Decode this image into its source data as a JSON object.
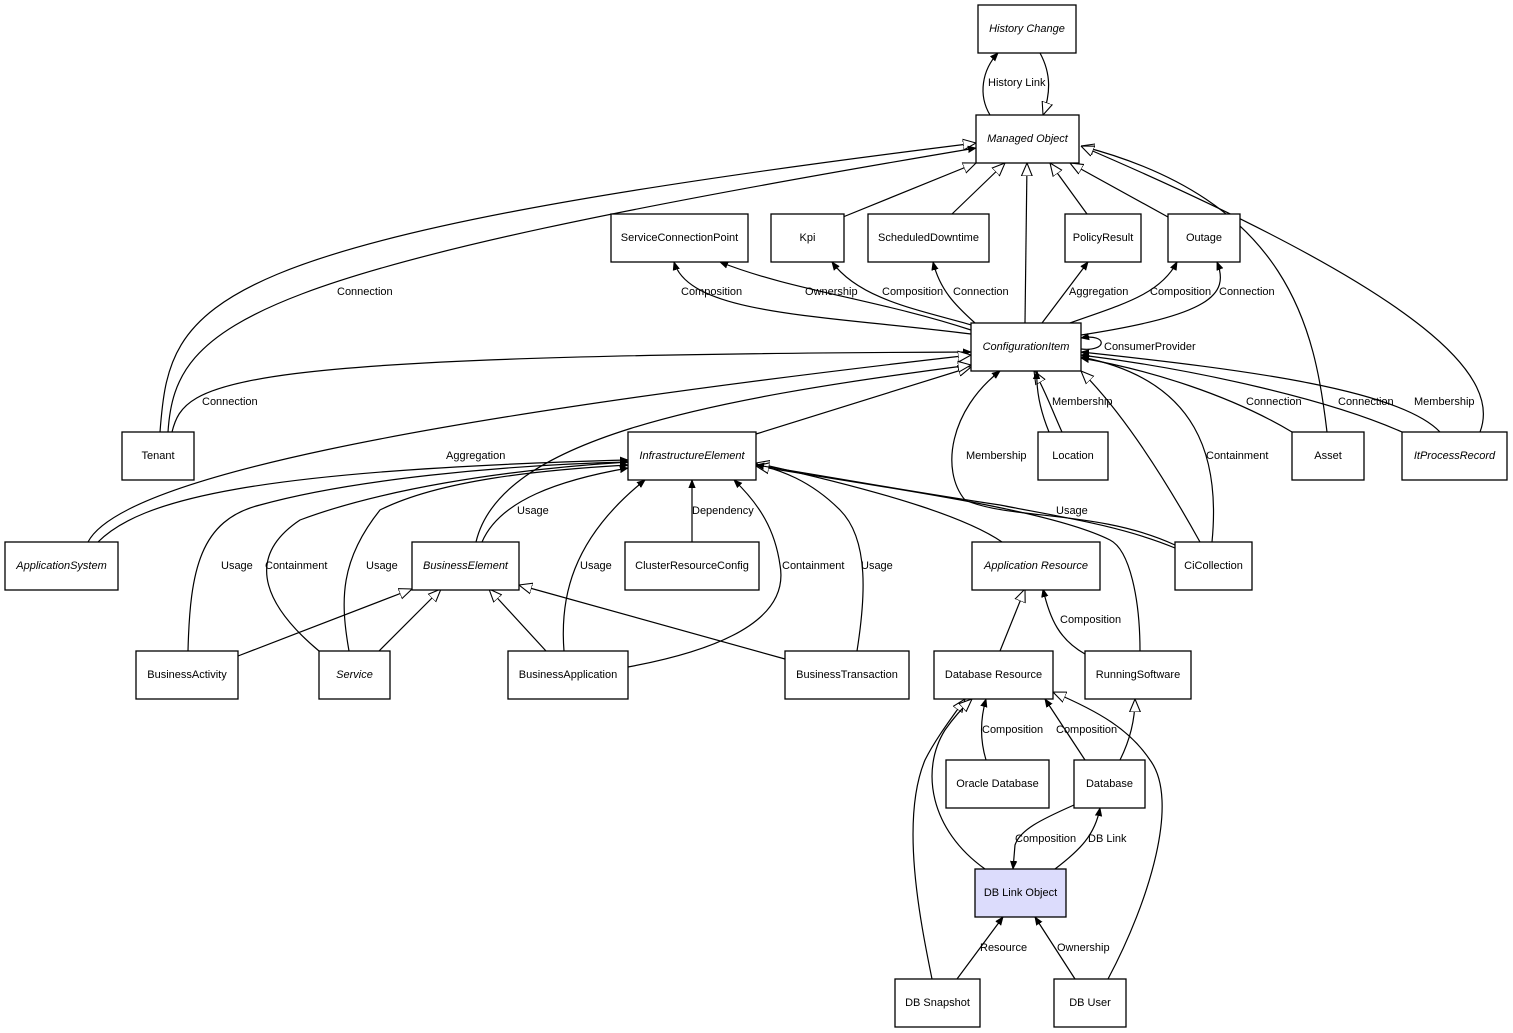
{
  "diagram": {
    "highlight_color": "#dcdcfc",
    "nodes": [
      {
        "id": "history_change",
        "label": "History Change",
        "abstract": true
      },
      {
        "id": "managed_object",
        "label": "Managed Object",
        "abstract": true
      },
      {
        "id": "scp",
        "label": "ServiceConnectionPoint",
        "abstract": false
      },
      {
        "id": "kpi",
        "label": "Kpi",
        "abstract": false
      },
      {
        "id": "sched",
        "label": "ScheduledDowntime",
        "abstract": false
      },
      {
        "id": "policy",
        "label": "PolicyResult",
        "abstract": false
      },
      {
        "id": "outage",
        "label": "Outage",
        "abstract": false
      },
      {
        "id": "ci",
        "label": "ConfigurationItem",
        "abstract": true
      },
      {
        "id": "tenant",
        "label": "Tenant",
        "abstract": false
      },
      {
        "id": "infra",
        "label": "InfrastructureElement",
        "abstract": true
      },
      {
        "id": "location",
        "label": "Location",
        "abstract": false
      },
      {
        "id": "asset",
        "label": "Asset",
        "abstract": false
      },
      {
        "id": "itpr",
        "label": "ItProcessRecord",
        "abstract": true
      },
      {
        "id": "appsys",
        "label": "ApplicationSystem",
        "abstract": true
      },
      {
        "id": "bizel",
        "label": "BusinessElement",
        "abstract": true
      },
      {
        "id": "crc",
        "label": "ClusterResourceConfig",
        "abstract": false
      },
      {
        "id": "appres",
        "label": "Application Resource",
        "abstract": true
      },
      {
        "id": "cicoll",
        "label": "CiCollection",
        "abstract": false
      },
      {
        "id": "bizact",
        "label": "BusinessActivity",
        "abstract": false
      },
      {
        "id": "service",
        "label": "Service",
        "abstract": true
      },
      {
        "id": "bizapp",
        "label": "BusinessApplication",
        "abstract": false
      },
      {
        "id": "biztx",
        "label": "BusinessTransaction",
        "abstract": false
      },
      {
        "id": "dbres",
        "label": "Database Resource",
        "abstract": false
      },
      {
        "id": "running",
        "label": "RunningSoftware",
        "abstract": false
      },
      {
        "id": "oracle",
        "label": "Oracle Database",
        "abstract": false
      },
      {
        "id": "database",
        "label": "Database",
        "abstract": false
      },
      {
        "id": "dblink",
        "label": "DB Link Object",
        "abstract": false,
        "highlight": true
      },
      {
        "id": "snapshot",
        "label": "DB Snapshot",
        "abstract": false
      },
      {
        "id": "dbuser",
        "label": "DB User",
        "abstract": false
      }
    ],
    "edges": [
      {
        "from": "managed_object",
        "to": "history_change",
        "label": "History Link",
        "type": "association"
      },
      {
        "from": "history_change",
        "to": "managed_object",
        "label": "",
        "type": "inheritance"
      },
      {
        "from": "kpi",
        "to": "managed_object",
        "label": "",
        "type": "inheritance"
      },
      {
        "from": "sched",
        "to": "managed_object",
        "label": "",
        "type": "inheritance"
      },
      {
        "from": "ci",
        "to": "managed_object",
        "label": "",
        "type": "inheritance"
      },
      {
        "from": "policy",
        "to": "managed_object",
        "label": "",
        "type": "inheritance"
      },
      {
        "from": "outage",
        "to": "managed_object",
        "label": "",
        "type": "inheritance"
      },
      {
        "from": "asset",
        "to": "managed_object",
        "label": "",
        "type": "inheritance"
      },
      {
        "from": "itpr",
        "to": "managed_object",
        "label": "",
        "type": "inheritance"
      },
      {
        "from": "tenant",
        "to": "managed_object",
        "label": "",
        "type": "inheritance"
      },
      {
        "from": "tenant",
        "to": "managed_object",
        "label": "Connection",
        "type": "association"
      },
      {
        "from": "ci",
        "to": "scp",
        "label": "Composition",
        "type": "association"
      },
      {
        "from": "ci",
        "to": "scp",
        "label": "Ownership",
        "type": "association"
      },
      {
        "from": "ci",
        "to": "kpi",
        "label": "Composition",
        "type": "association"
      },
      {
        "from": "ci",
        "to": "sched",
        "label": "Connection",
        "type": "association"
      },
      {
        "from": "ci",
        "to": "policy",
        "label": "Aggregation",
        "type": "association"
      },
      {
        "from": "ci",
        "to": "outage",
        "label": "Composition",
        "type": "association"
      },
      {
        "from": "ci",
        "to": "outage",
        "label": "Connection",
        "type": "association"
      },
      {
        "from": "ci",
        "to": "ci",
        "label": "ConsumerProvider",
        "type": "association"
      },
      {
        "from": "tenant",
        "to": "ci",
        "label": "Connection",
        "type": "association"
      },
      {
        "from": "infra",
        "to": "ci",
        "label": "",
        "type": "inheritance"
      },
      {
        "from": "bizel",
        "to": "ci",
        "label": "",
        "type": "inheritance"
      },
      {
        "from": "appsys",
        "to": "ci",
        "label": "",
        "type": "inheritance"
      },
      {
        "from": "location",
        "to": "ci",
        "label": "",
        "type": "inheritance"
      },
      {
        "from": "location",
        "to": "ci",
        "label": "Membership",
        "type": "association"
      },
      {
        "from": "cicoll",
        "to": "ci",
        "label": "Membership",
        "type": "association"
      },
      {
        "from": "cicoll",
        "to": "ci",
        "label": "",
        "type": "inheritance"
      },
      {
        "from": "cicoll",
        "to": "ci",
        "label": "Containment",
        "type": "association"
      },
      {
        "from": "asset",
        "to": "ci",
        "label": "Connection",
        "type": "association"
      },
      {
        "from": "itpr",
        "to": "ci",
        "label": "Connection",
        "type": "association"
      },
      {
        "from": "itpr",
        "to": "ci",
        "label": "Membership",
        "type": "association"
      },
      {
        "from": "appsys",
        "to": "infra",
        "label": "Aggregation",
        "type": "association"
      },
      {
        "from": "bizact",
        "to": "infra",
        "label": "Usage",
        "type": "association"
      },
      {
        "from": "service",
        "to": "infra",
        "label": "Containment",
        "type": "association"
      },
      {
        "from": "service",
        "to": "infra",
        "label": "Usage",
        "type": "association"
      },
      {
        "from": "bizel",
        "to": "infra",
        "label": "Usage",
        "type": "association"
      },
      {
        "from": "bizapp",
        "to": "infra",
        "label": "Usage",
        "type": "association"
      },
      {
        "from": "crc",
        "to": "infra",
        "label": "Dependency",
        "type": "association"
      },
      {
        "from": "bizapp",
        "to": "infra",
        "label": "Containment",
        "type": "association"
      },
      {
        "from": "biztx",
        "to": "infra",
        "label": "Usage",
        "type": "association"
      },
      {
        "from": "appres",
        "to": "infra",
        "label": "",
        "type": "inheritance"
      },
      {
        "from": "running",
        "to": "infra",
        "label": "",
        "type": "inheritance"
      },
      {
        "from": "cicoll",
        "to": "infra",
        "label": "Usage",
        "type": "association"
      },
      {
        "from": "bizact",
        "to": "bizel",
        "label": "",
        "type": "inheritance"
      },
      {
        "from": "service",
        "to": "bizel",
        "label": "",
        "type": "inheritance"
      },
      {
        "from": "bizapp",
        "to": "bizel",
        "label": "",
        "type": "inheritance"
      },
      {
        "from": "biztx",
        "to": "bizel",
        "label": "",
        "type": "inheritance"
      },
      {
        "from": "dbres",
        "to": "appres",
        "label": "",
        "type": "inheritance"
      },
      {
        "from": "running",
        "to": "appres",
        "label": "Composition",
        "type": "association"
      },
      {
        "from": "oracle",
        "to": "dbres",
        "label": "Composition",
        "type": "association"
      },
      {
        "from": "database",
        "to": "dbres",
        "label": "Composition",
        "type": "association"
      },
      {
        "from": "database",
        "to": "running",
        "label": "",
        "type": "inheritance"
      },
      {
        "from": "snapshot",
        "to": "dbres",
        "label": "",
        "type": "inheritance"
      },
      {
        "from": "dblink",
        "to": "dbres",
        "label": "",
        "type": "inheritance"
      },
      {
        "from": "dbuser",
        "to": "dbres",
        "label": "",
        "type": "inheritance"
      },
      {
        "from": "database",
        "to": "dblink",
        "label": "Composition",
        "type": "association"
      },
      {
        "from": "dblink",
        "to": "database",
        "label": "DB Link",
        "type": "association"
      },
      {
        "from": "snapshot",
        "to": "dblink",
        "label": "Resource",
        "type": "association"
      },
      {
        "from": "dbuser",
        "to": "dblink",
        "label": "Ownership",
        "type": "association"
      }
    ]
  }
}
